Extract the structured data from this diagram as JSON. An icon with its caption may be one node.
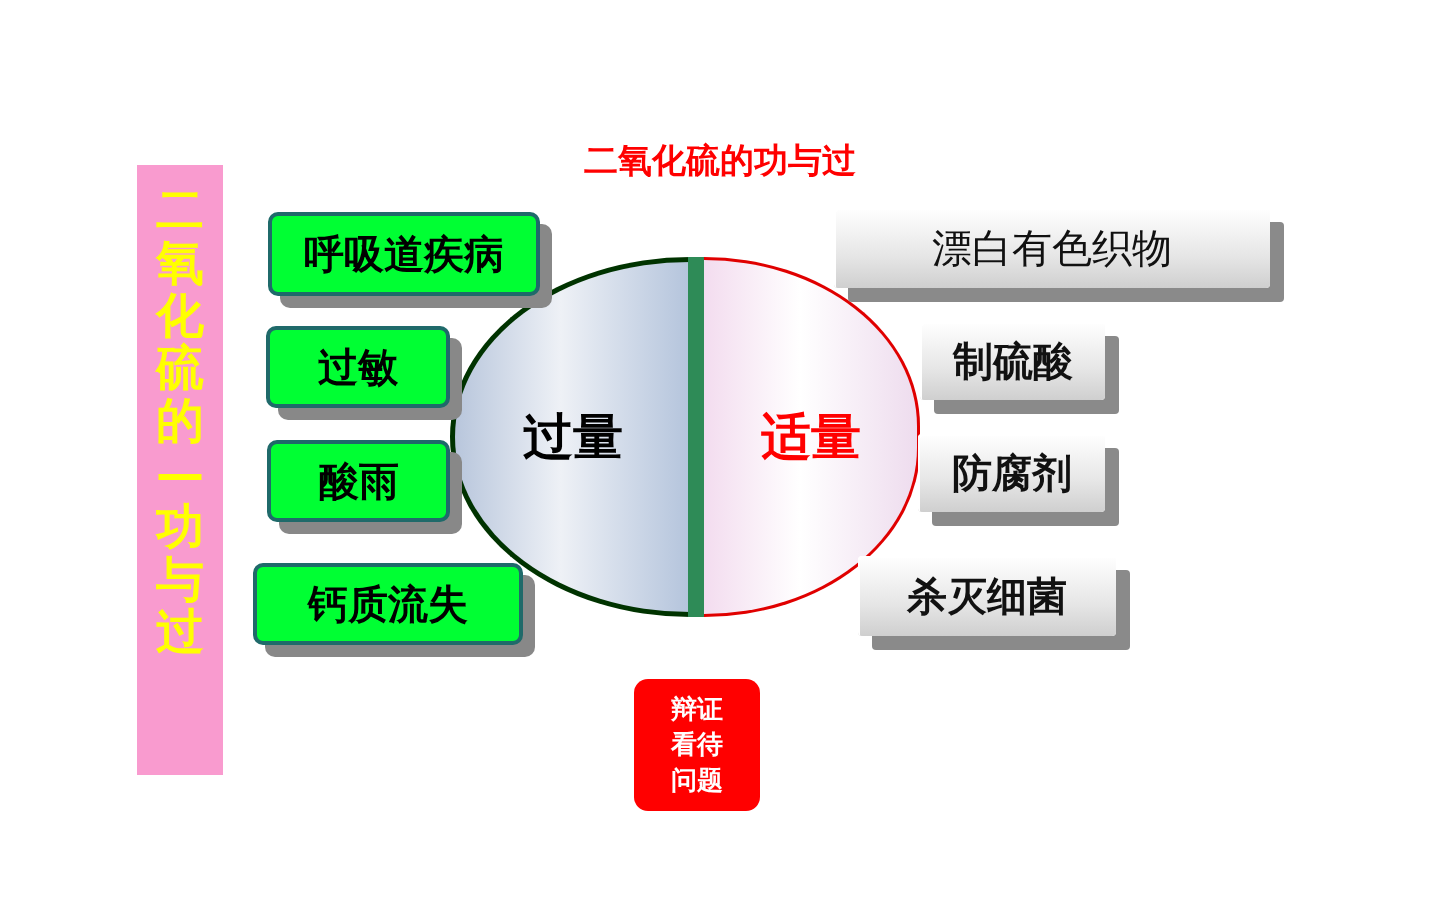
{
  "diagram": {
    "title": "二氧化硫的功与过",
    "nodes": [
      {
        "text": [
          "二氧化硫的—功与过"
        ]
      },
      {
        "text": [
          "过量"
        ]
      },
      {
        "text": [
          "适量"
        ]
      },
      {
        "text": [
          "呼吸道疾病"
        ]
      },
      {
        "text": [
          "过敏"
        ]
      },
      {
        "text": [
          "酸雨"
        ]
      },
      {
        "text": [
          "钙质流失"
        ]
      },
      {
        "text": [
          "漂白有色织物"
        ]
      },
      {
        "text": [
          "制硫酸"
        ]
      },
      {
        "text": [
          "防腐剂"
        ]
      },
      {
        "text": [
          "杀灭细菌"
        ]
      },
      {
        "text": [
          "辩证看待问题"
        ]
      },
      {
        "text": [],
        "shape": "bar"
      }
    ]
  }
}
